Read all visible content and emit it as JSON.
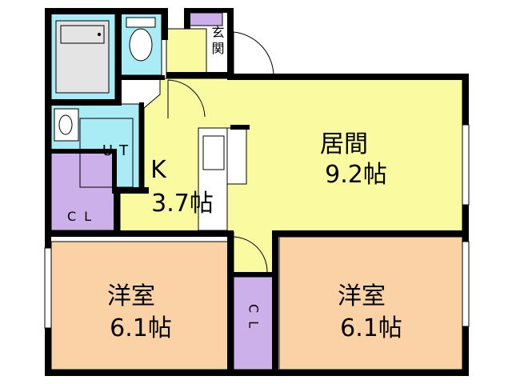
{
  "colors": {
    "wall": "#000000",
    "room_yellow": "#fafaa0",
    "room_orange": "#fbd2a6",
    "wet_blue": "#a9ecf5",
    "closet_purple": "#ccb0ea",
    "fixture_gray": "#e4e4e4"
  },
  "rooms": {
    "living": {
      "name": "居間",
      "size": "9.2帖"
    },
    "kitchen": {
      "name": "K",
      "size": "3.7帖"
    },
    "western_left": {
      "name": "洋室",
      "size": "6.1帖"
    },
    "western_right": {
      "name": "洋室",
      "size": "6.1帖"
    },
    "utility": {
      "name": "UT"
    },
    "closet_upper": {
      "name": "CL"
    },
    "closet_lower": {
      "name": "CL"
    },
    "entrance": {
      "name": "玄関"
    }
  },
  "icons": [
    "bathtub-icon",
    "toilet-icon",
    "washbasin-icon",
    "kitchen-counter-icon",
    "door-swing-icon"
  ]
}
